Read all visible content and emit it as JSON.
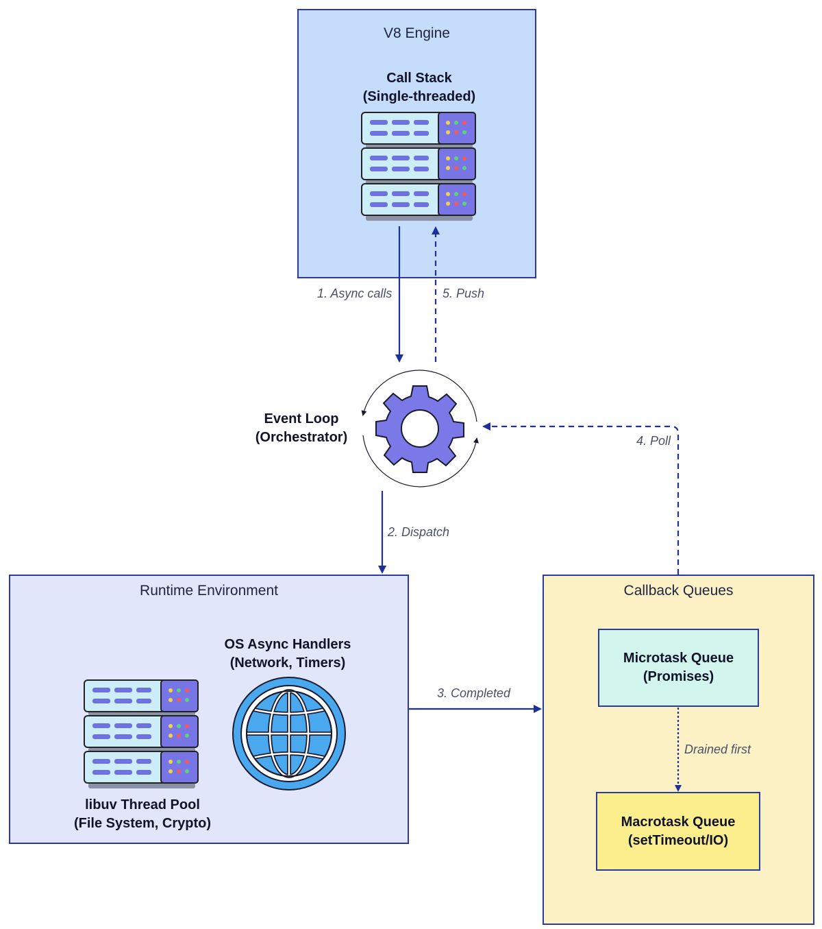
{
  "groups": {
    "v8": {
      "title": "V8 Engine"
    },
    "runtime": {
      "title": "Runtime Environment"
    },
    "queues": {
      "title": "Callback Queues"
    }
  },
  "nodes": {
    "call_stack": {
      "line1": "Call Stack",
      "line2": "(Single-threaded)",
      "icon": "server-icon"
    },
    "event_loop": {
      "line1": "Event Loop",
      "line2": "(Orchestrator)",
      "icon": "gear-icon"
    },
    "os_handlers": {
      "line1": "OS Async Handlers",
      "line2": "(Network, Timers)",
      "icon": "globe-icon"
    },
    "thread_pool": {
      "line1": "libuv Thread Pool",
      "line2": "(File System, Crypto)",
      "icon": "server-icon"
    },
    "microtask": {
      "line1": "Microtask Queue",
      "line2": "(Promises)"
    },
    "macrotask": {
      "line1": "Macrotask Queue",
      "line2": "(setTimeout/IO)"
    }
  },
  "edges": {
    "async_calls": "1. Async calls",
    "dispatch": "2. Dispatch",
    "completed": "3. Completed",
    "poll": "4. Poll",
    "push": "5. Push",
    "drained_first": "Drained first"
  },
  "colors": {
    "v8_fill": "#c5dcfb",
    "runtime_fill": "#e1e6fb",
    "queues_fill": "#fdf1c6",
    "microtask_fill": "#d2f5ee",
    "macrotask_fill": "#fcee8c",
    "edge": "#1d2f9a",
    "gear": "#7b78e8",
    "globe": "#4aa8ee"
  }
}
